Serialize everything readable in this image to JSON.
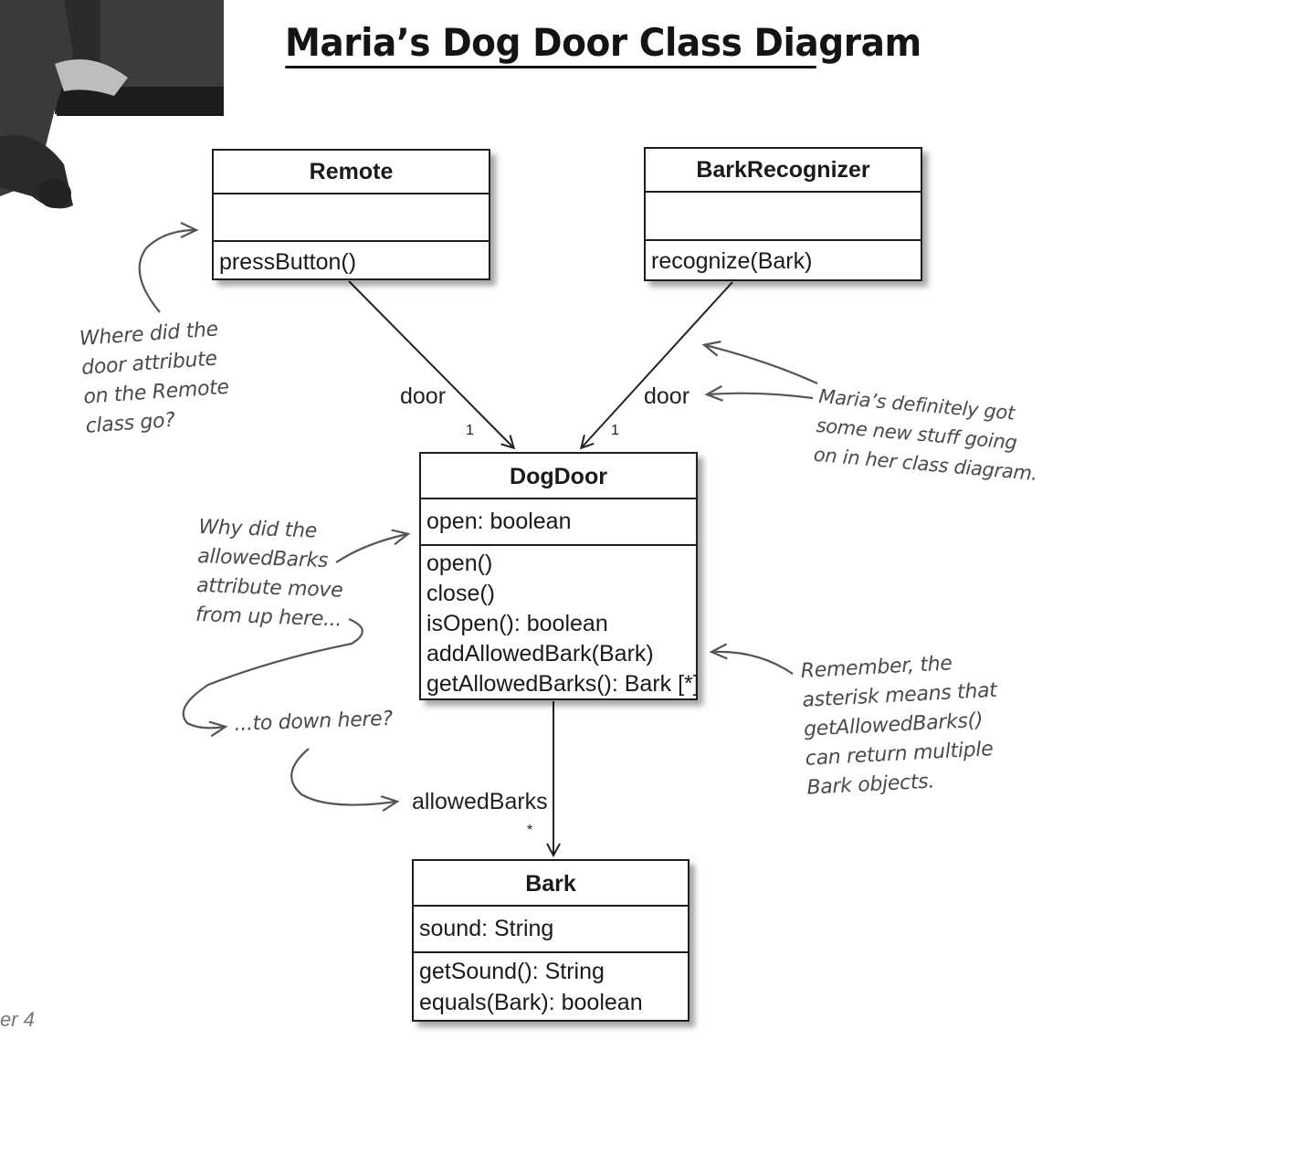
{
  "title": "Maria’s Dog Door Class Diagram",
  "classes": {
    "remote": {
      "name": "Remote",
      "attributes": [],
      "operations": [
        "pressButton()"
      ]
    },
    "bark_recognizer": {
      "name": "BarkRecognizer",
      "attributes": [],
      "operations": [
        "recognize(Bark)"
      ]
    },
    "dog_door": {
      "name": "DogDoor",
      "attributes": [
        "open: boolean"
      ],
      "operations": [
        "open()",
        "close()",
        "isOpen(): boolean",
        "addAllowedBark(Bark)",
        "getAllowedBarks(): Bark [*]"
      ]
    },
    "bark": {
      "name": "Bark",
      "attributes": [
        "sound: String"
      ],
      "operations": [
        "getSound(): String",
        "equals(Bark): boolean"
      ]
    }
  },
  "associations": {
    "remote_door": {
      "label": "door",
      "multiplicity": "1"
    },
    "recognizer_door": {
      "label": "door",
      "multiplicity": "1"
    },
    "door_barks": {
      "label": "allowedBarks",
      "multiplicity": "*"
    }
  },
  "notes": {
    "remote_door": [
      "Where did the",
      "door attribute",
      "on the Remote",
      "class go?"
    ],
    "maria_stuff": [
      "Maria’s definitely got",
      "some new stuff going",
      "on in her class diagram."
    ],
    "why_allowed": [
      "Why did the",
      "allowedBarks",
      "attribute move",
      "from up here..."
    ],
    "to_down": "...to down here?",
    "asterisk": [
      "Remember, the",
      "asterisk means that",
      "getAllowedBarks()",
      "can return multiple",
      "Bark objects."
    ]
  },
  "corner_text": "er 4"
}
